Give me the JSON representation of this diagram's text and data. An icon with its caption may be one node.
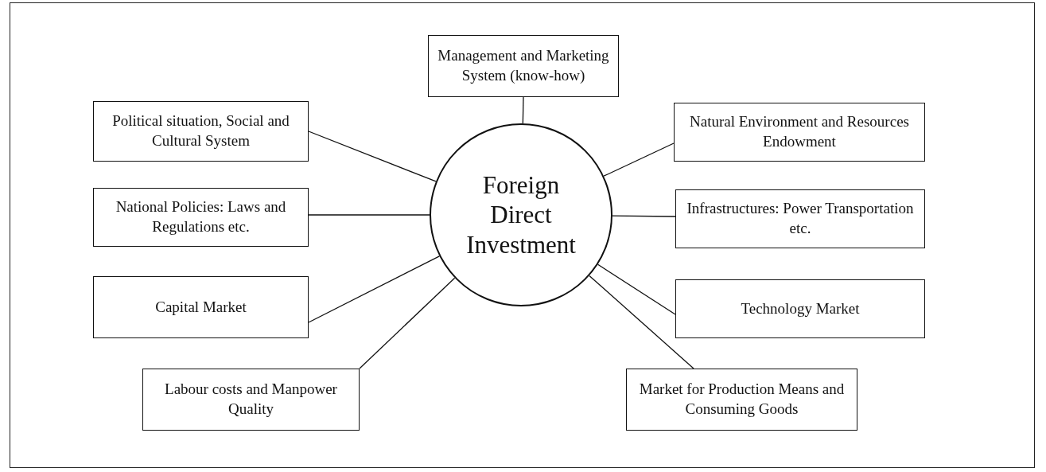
{
  "diagram": {
    "nodes": [
      {
        "text": [
          "Management and Marketing System (know-how)"
        ]
      },
      {
        "text": [
          "Political situation, Social and Cultural System"
        ]
      },
      {
        "text": [
          "Natural Environment and Resources Endowment"
        ]
      },
      {
        "text": [
          "Foreign Direct Investment"
        ]
      },
      {
        "text": [
          "National Policies: Laws and Regulations etc."
        ]
      },
      {
        "text": [
          "Infrastructures: Power Transportation etc."
        ]
      },
      {
        "text": [
          "Capital Market"
        ]
      },
      {
        "text": [
          "Technology Market"
        ]
      },
      {
        "text": [
          "Labour costs and Manpower Quality"
        ]
      },
      {
        "text": [
          "Market for Production Means and Consuming Goods"
        ]
      }
    ],
    "edges": [
      {
        "from": 3,
        "to": 0,
        "arrow": "none"
      },
      {
        "from": 3,
        "to": 1,
        "arrow": "none"
      },
      {
        "from": 3,
        "to": 2,
        "arrow": "none"
      },
      {
        "from": 3,
        "to": 4,
        "arrow": "none"
      },
      {
        "from": 3,
        "to": 5,
        "arrow": "none"
      },
      {
        "from": 3,
        "to": 6,
        "arrow": "none"
      },
      {
        "from": 3,
        "to": 7,
        "arrow": "none"
      },
      {
        "from": 3,
        "to": 8,
        "arrow": "none"
      },
      {
        "from": 3,
        "to": 9,
        "arrow": "none"
      }
    ]
  }
}
